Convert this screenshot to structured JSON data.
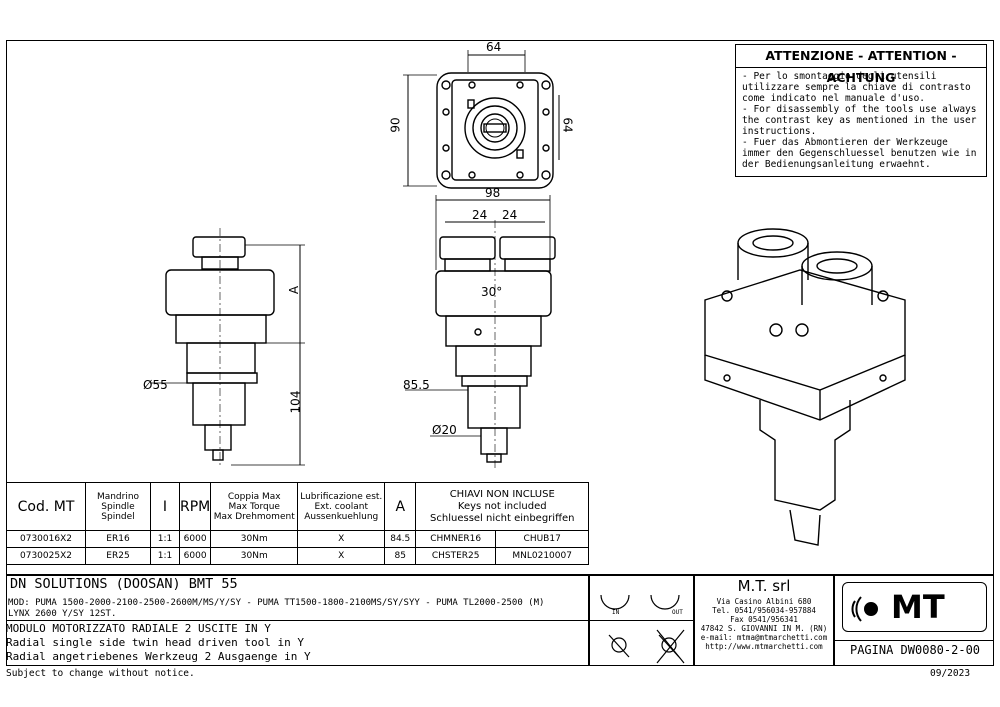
{
  "warning": {
    "title": "ATTENZIONE - ATTENTION - ACHTUNG",
    "items": [
      "- Per lo smontaggio degli utensili utilizzare sempre la chiave di contrasto come indicato nel manuale d'uso.",
      "- For disassembly of the tools use always the contrast key as mentioned in the user instructions.",
      "- Fuer das Abmontieren der Werkzeuge immer den Gegenschluessel benutzen wie in der Bedienungsanleitung erwaehnt."
    ]
  },
  "dimensions": {
    "top_width": "64",
    "top_height": "90",
    "top_inner": "64",
    "front_width": "98",
    "spacing_left": "24",
    "spacing_right": "24",
    "angle": "30°",
    "a_label": "A",
    "length": "104",
    "diameter_left": "Ø55",
    "offset": "85.5",
    "diameter_shaft": "Ø20"
  },
  "table": {
    "headers": {
      "cod": "Cod. MT",
      "spindle": "Mandrino\nSpindle\nSpindel",
      "ratio": "I",
      "rpm": "RPM",
      "torque": "Coppia Max\nMax Torque\nMax Drehmoment",
      "coolant": "Lubrificazione est.\nExt. coolant\nAussenkuehlung",
      "a": "A",
      "keys": "CHIAVI NON INCLUSE\nKeys not included\nSchluessel nicht einbegriffen"
    },
    "rows": [
      {
        "cod": "0730016X2",
        "spindle": "ER16",
        "ratio": "1:1",
        "rpm": "6000",
        "torque": "30Nm",
        "coolant": "X",
        "a": "84.5",
        "key1": "CHMNER16",
        "key2": "CHUB17"
      },
      {
        "cod": "0730025X2",
        "spindle": "ER25",
        "ratio": "1:1",
        "rpm": "6000",
        "torque": "30Nm",
        "coolant": "X",
        "a": "85",
        "key1": "CHSTER25",
        "key2": "MNL0210007"
      }
    ]
  },
  "title_block": {
    "machine": "DN SOLUTIONS (DOOSAN)   BMT 55",
    "models": "MOD: PUMA 1500-2000-2100-2500-2600M/MS/Y/SY - PUMA TT1500-1800-2100MS/SY/SYY - PUMA TL2000-2500 (M)",
    "models2": "LYNX 2600 Y/SY 12ST.",
    "desc_it": "MODULO MOTORIZZATO RADIALE 2 USCITE IN Y",
    "desc_en": "Radial single side twin head driven tool in Y",
    "desc_de": "Radial angetriebenes Werkzeug 2 Ausgaenge in Y",
    "in_label": "IN",
    "out_label": "OUT",
    "company": "M.T. srl",
    "address": "Via Casino Albini 680",
    "tel": "Tel. 0541/956034-957884",
    "fax": "Fax 0541/956341",
    "city": "47842 S. GIOVANNI IN M. (RN)",
    "email": "e-mail: mtma@mtmarchetti.com",
    "web": "http://www.mtmarchetti.com",
    "logo": "MT",
    "page": "PAGINA DW0080-2-00"
  },
  "footer": {
    "subject": "Subject to change without notice.",
    "date": "09/2023"
  }
}
